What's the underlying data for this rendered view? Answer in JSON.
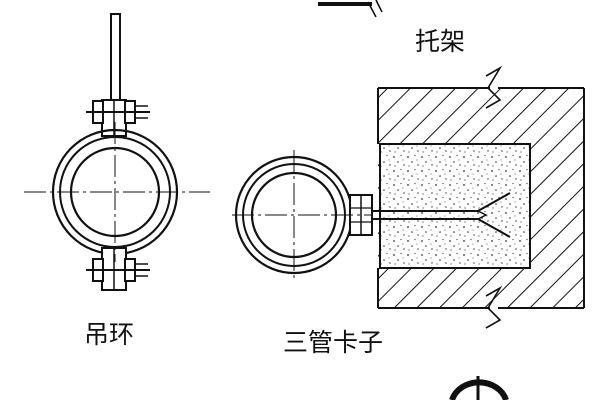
{
  "labels": {
    "bracket": "托架",
    "hanging_ring": "吊环",
    "three_pipe_clamp": "三管卡子"
  },
  "colors": {
    "ink": "#111111",
    "background": "#ffffff"
  }
}
